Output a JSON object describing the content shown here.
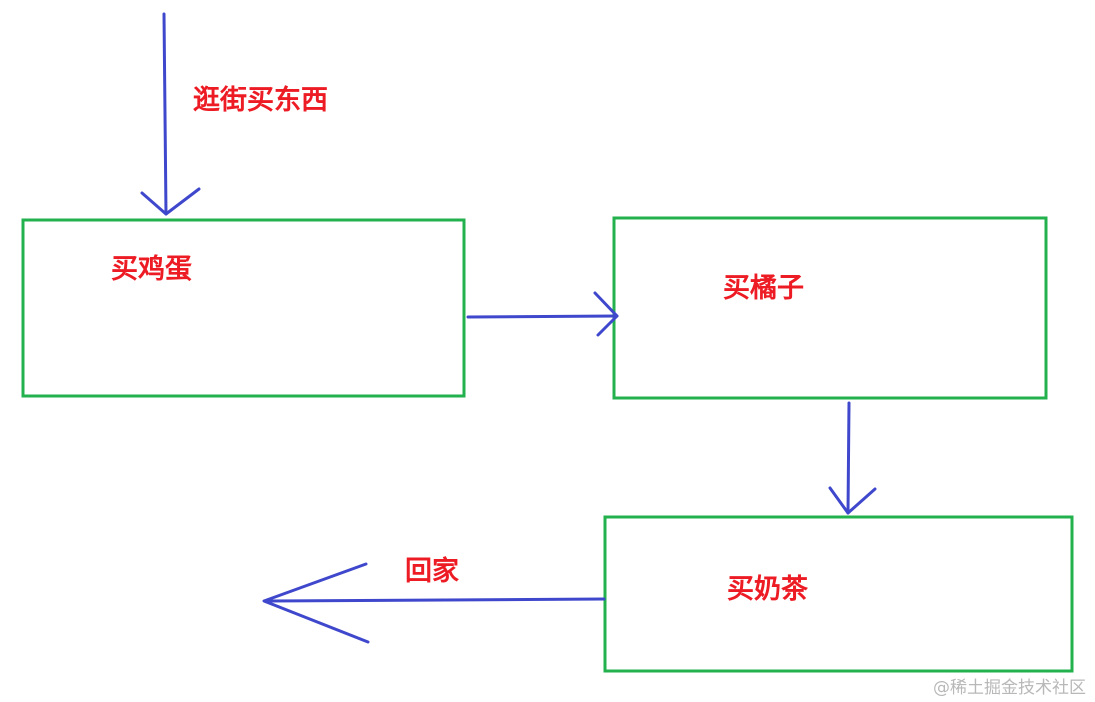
{
  "colors": {
    "box_border": "#22b14c",
    "arrow": "#3f48cc",
    "label": "#ed1c24",
    "watermark": "#b8b8b8"
  },
  "labels": {
    "start": "逛街买东西",
    "eggs": "买鸡蛋",
    "oranges": "买橘子",
    "milk_tea": "买奶茶",
    "go_home": "回家"
  },
  "watermark": "@稀土掘金技术社区"
}
